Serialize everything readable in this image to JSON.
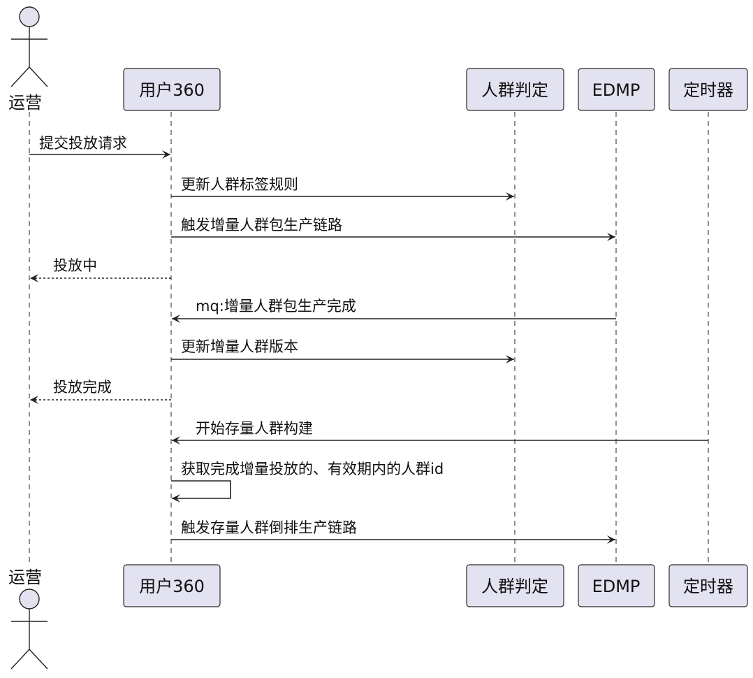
{
  "participants": {
    "ops": "运营",
    "u360": "用户360",
    "crowd_judge": "人群判定",
    "edmp": "EDMP",
    "timer": "定时器"
  },
  "messages": [
    {
      "from": "ops",
      "to": "u360",
      "label": "提交投放请求",
      "style": "solid"
    },
    {
      "from": "u360",
      "to": "crowd_judge",
      "label": "更新人群标签规则",
      "style": "solid"
    },
    {
      "from": "u360",
      "to": "edmp",
      "label": "触发增量人群包生产链路",
      "style": "solid"
    },
    {
      "from": "u360",
      "to": "ops",
      "label": "投放中",
      "style": "dashed"
    },
    {
      "from": "edmp",
      "to": "u360",
      "label": "mq:增量人群包生产完成",
      "style": "solid"
    },
    {
      "from": "u360",
      "to": "crowd_judge",
      "label": "更新增量人群版本",
      "style": "solid"
    },
    {
      "from": "u360",
      "to": "ops",
      "label": "投放完成",
      "style": "dashed"
    },
    {
      "from": "timer",
      "to": "u360",
      "label": "开始存量人群构建",
      "style": "solid"
    },
    {
      "from": "u360",
      "to": "u360",
      "label": "获取完成增量投放的、有效期内的人群id",
      "style": "self"
    },
    {
      "from": "u360",
      "to": "edmp",
      "label": "触发存量人群倒排生产链路",
      "style": "solid"
    }
  ]
}
